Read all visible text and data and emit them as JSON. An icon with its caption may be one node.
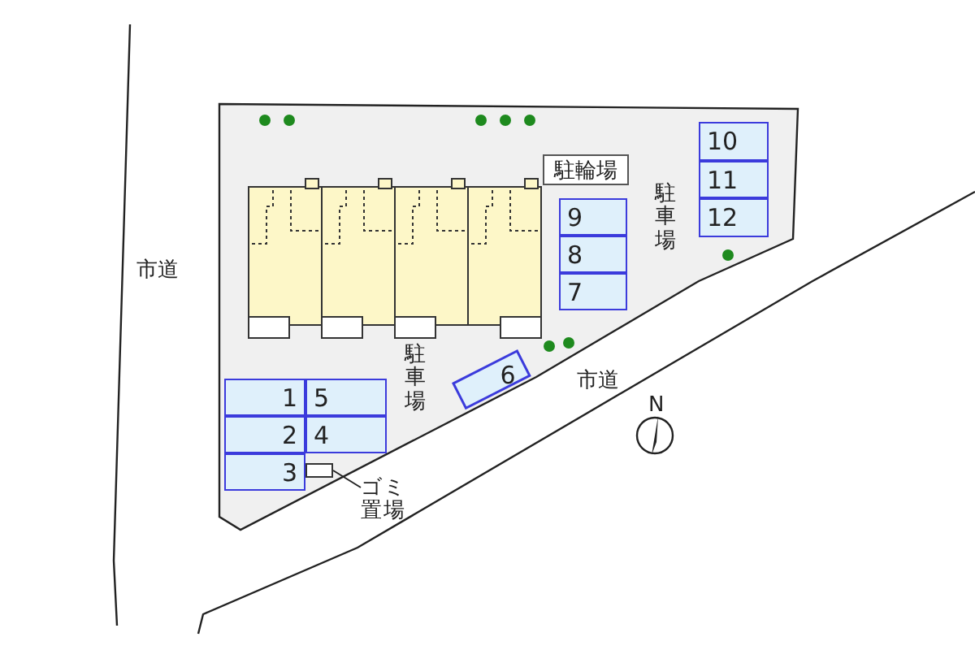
{
  "diagram": {
    "nodes": [
      {
        "text": [
          "10"
        ]
      },
      {
        "text": [
          "11"
        ]
      },
      {
        "text": [
          "駐輪場"
        ]
      },
      {
        "text": [
          "12"
        ]
      },
      {
        "text": [
          "9"
        ]
      },
      {
        "text": [
          "8"
        ]
      },
      {
        "text": [
          "7"
        ]
      },
      {
        "text": [
          "6"
        ]
      },
      {
        "text": [
          "1"
        ]
      },
      {
        "text": [
          "5"
        ]
      },
      {
        "text": [
          "2"
        ]
      },
      {
        "text": [
          "4"
        ]
      },
      {
        "text": [
          "3"
        ]
      },
      {
        "text": [],
        "shape": "box"
      },
      {
        "text": [
          "ゴミ置場"
        ]
      }
    ],
    "edges": [
      {
        "from": 14,
        "to": 13,
        "arrow": "none"
      }
    ],
    "labels": [
      "駐車場",
      "市道",
      "駐車場",
      "市道",
      "N"
    ]
  }
}
